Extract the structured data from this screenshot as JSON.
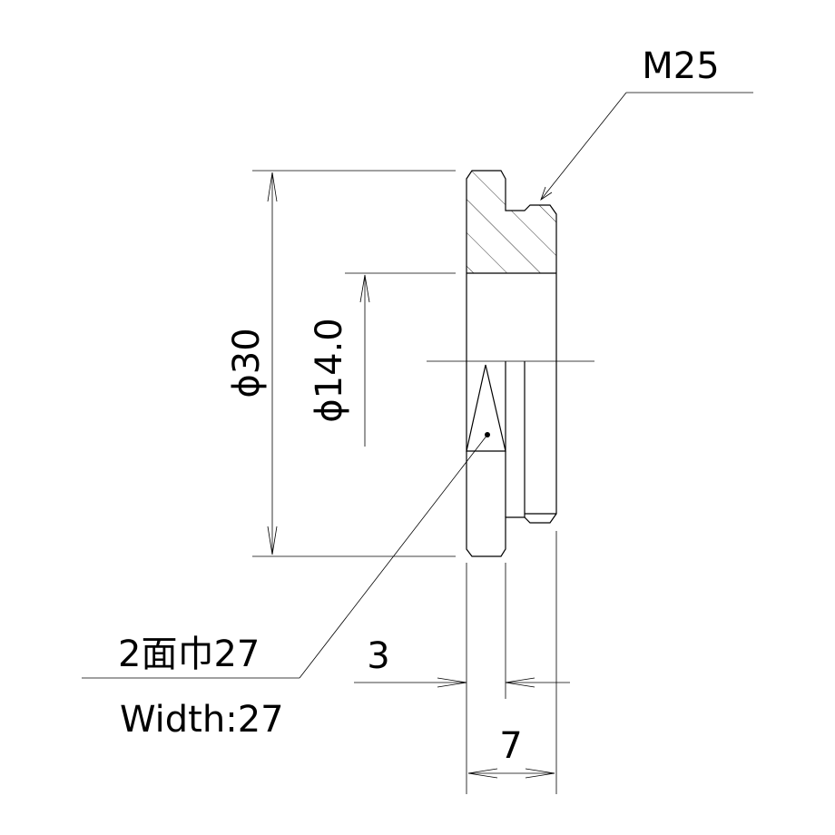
{
  "labels": {
    "thread": "M25",
    "outer_diameter": "ϕ30",
    "inner_diameter": "ϕ14.0",
    "width_across_flats_jp": "2面巾27",
    "width_across_flats_en": "Width:27",
    "flange_thickness": "3",
    "total_length": "7"
  }
}
